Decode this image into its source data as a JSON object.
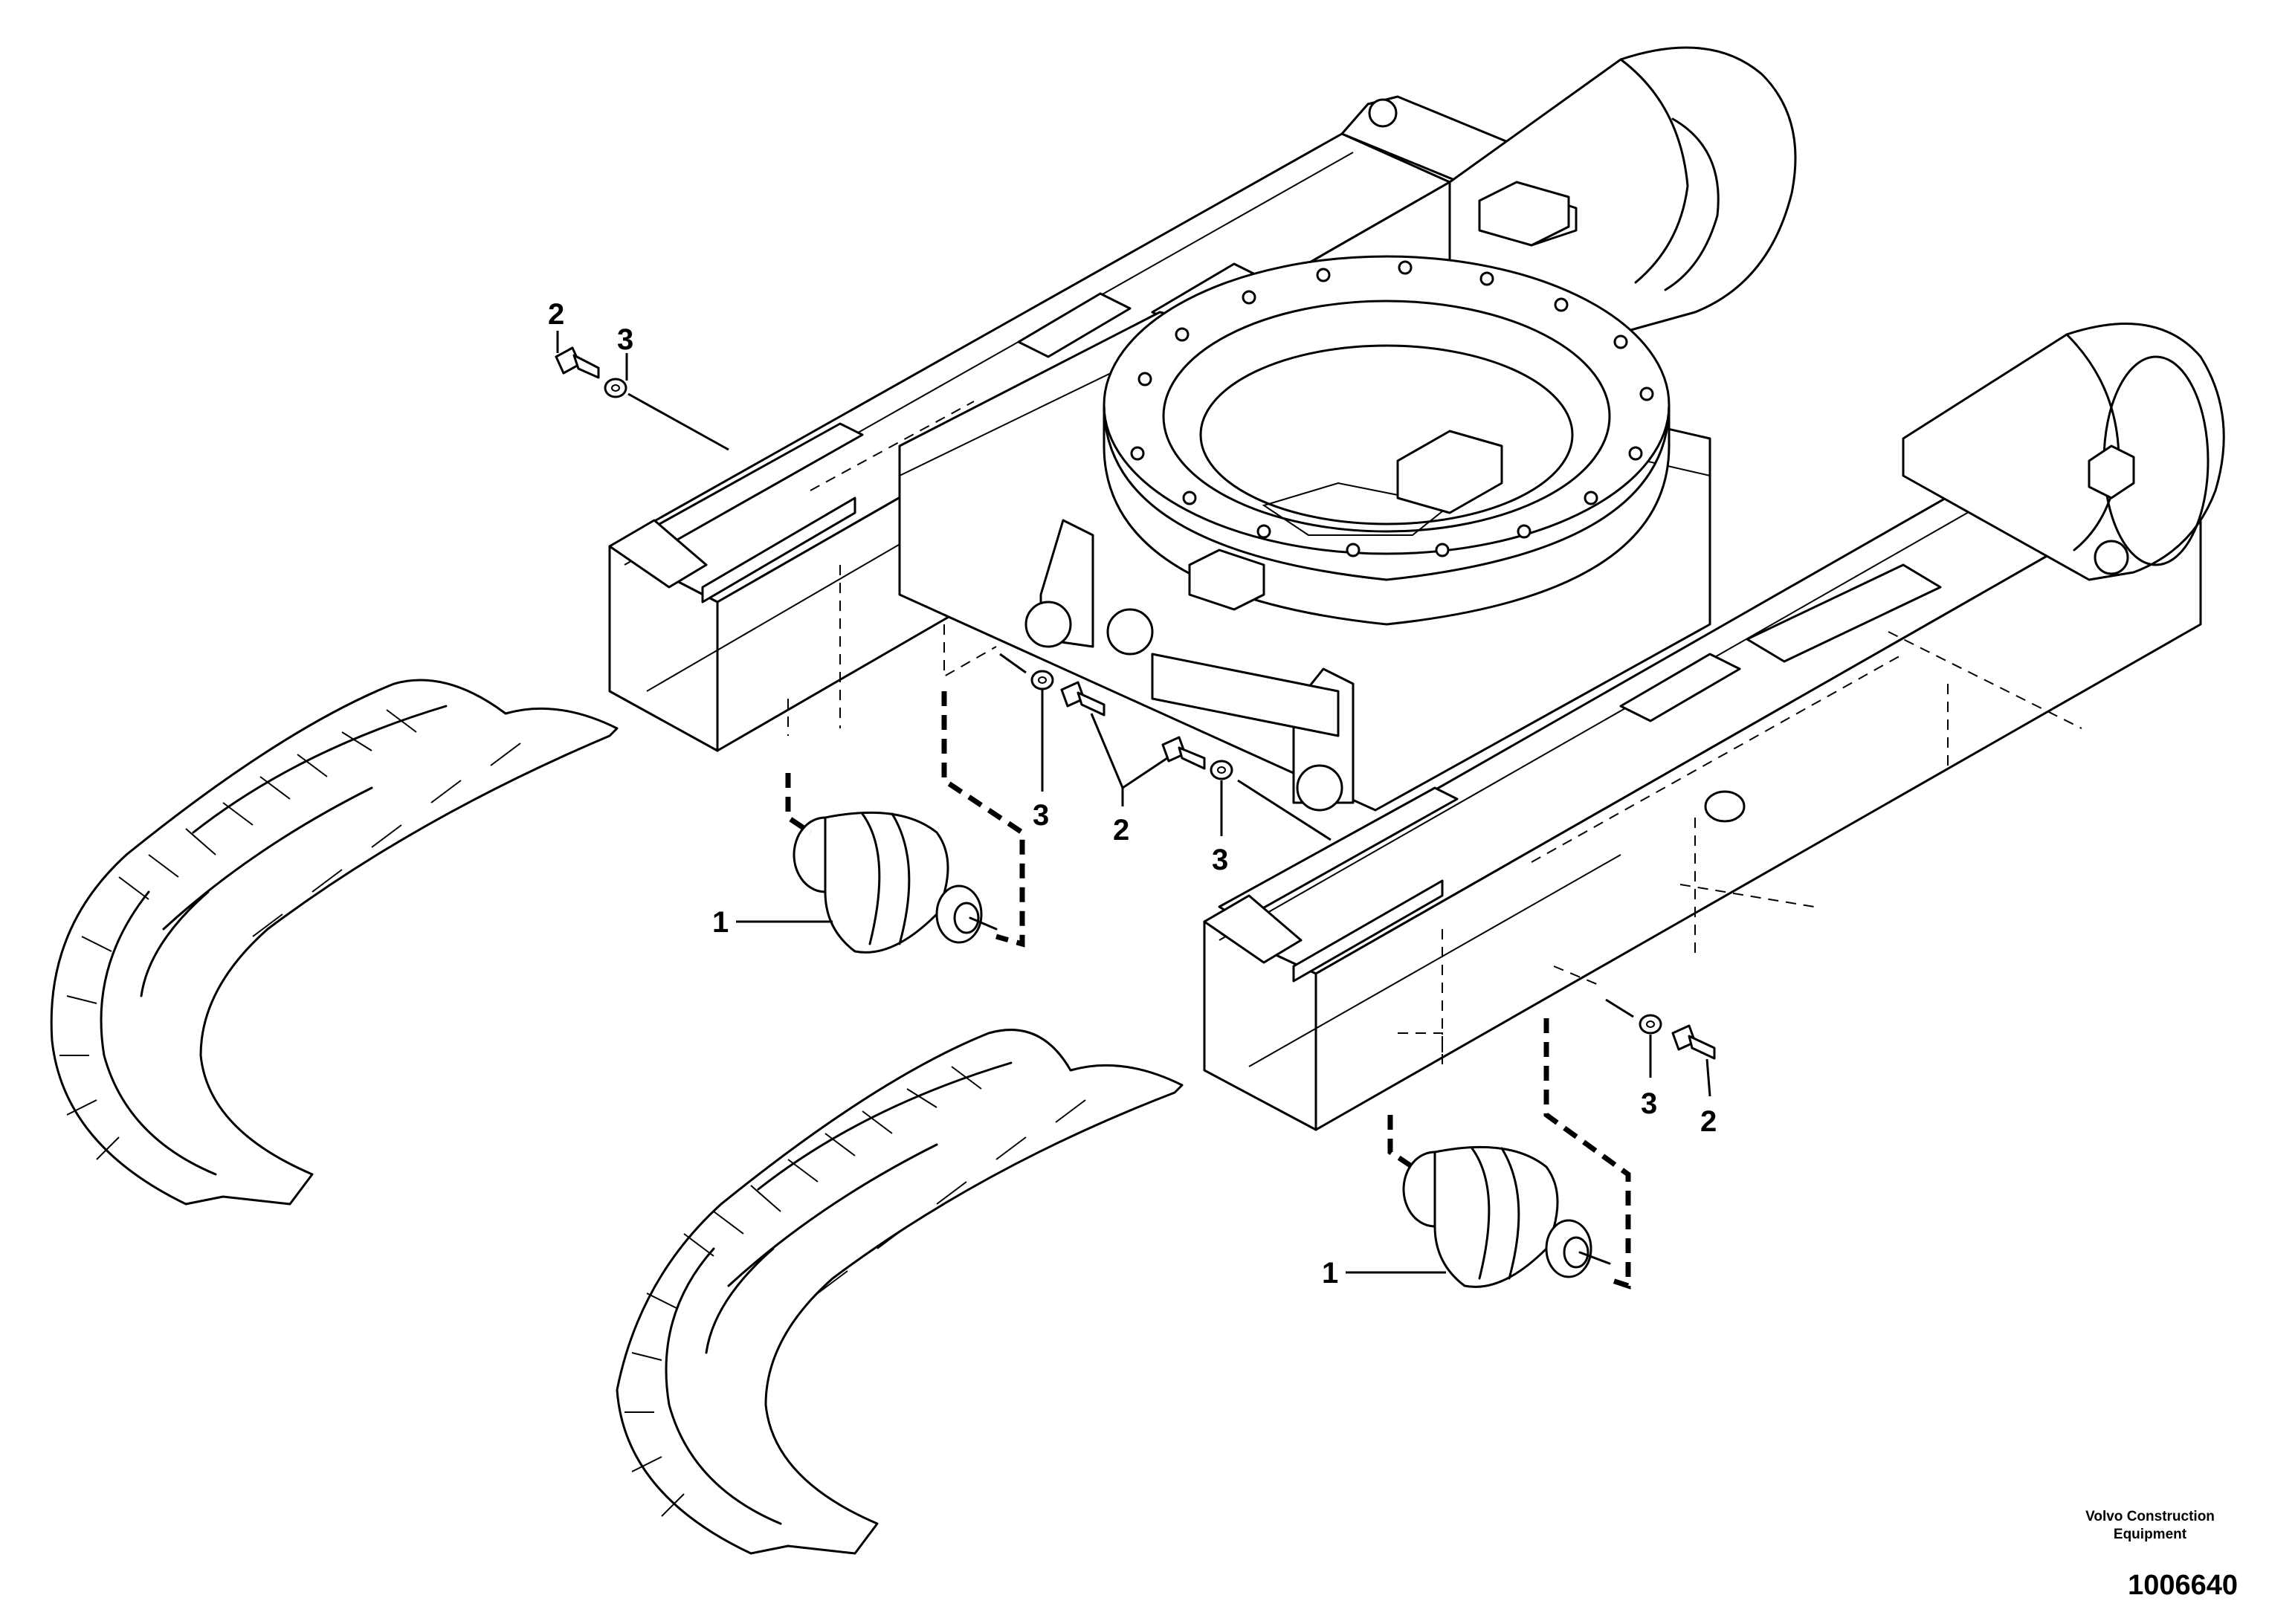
{
  "diagram": {
    "callouts": {
      "roller_left": "1",
      "roller_right": "1",
      "bolt_top_left": "2",
      "washer_top_left": "3",
      "washer_center_left": "3",
      "bolt_center": "2",
      "washer_center_right": "3",
      "washer_bottom_right": "3",
      "bolt_bottom_right": "2"
    }
  },
  "footer": {
    "brand_line1": "Volvo Construction",
    "brand_line2": "Equipment",
    "document_number": "1006640"
  }
}
